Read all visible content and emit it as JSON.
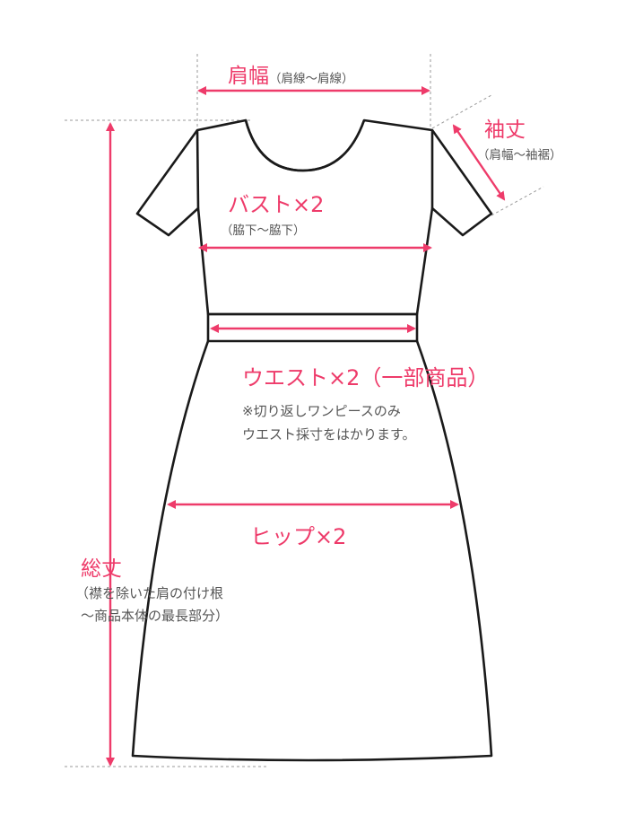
{
  "colors": {
    "accent": "#ee3b6a",
    "outline": "#1a1a1a",
    "note_text": "#555555",
    "guide": "#9a9a9a",
    "background": "#ffffff"
  },
  "labels": {
    "shoulder": {
      "title": "肩幅",
      "sub": "（肩線〜肩線）"
    },
    "sleeve": {
      "title": "袖丈",
      "sub": "（肩幅〜袖裾）"
    },
    "bust": {
      "title": "バスト×2",
      "sub": "（脇下〜脇下）"
    },
    "waist": {
      "title": "ウエスト×2（一部商品）",
      "note1": "※切り返しワンピースのみ",
      "note2": "ウエスト採寸をはかります。"
    },
    "hip": {
      "title": "ヒップ×2"
    },
    "length": {
      "title": "総丈",
      "sub1": "（襟を除いた肩の付け根",
      "sub2": "〜商品本体の最長部分）"
    }
  }
}
